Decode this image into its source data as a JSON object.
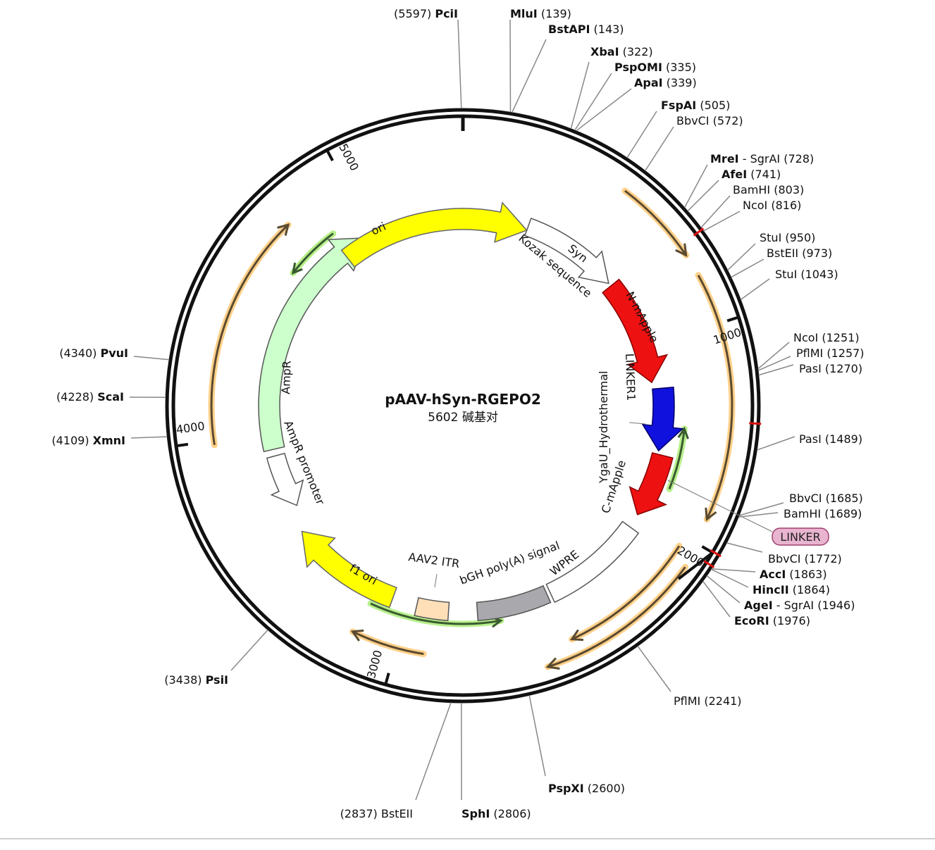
{
  "plasmid": {
    "name": "pAAV-hSyn-RGEPO2",
    "size_label": "5602 碱基对",
    "length": 5602
  },
  "ticks": [
    {
      "pos": 1000,
      "label": "1000"
    },
    {
      "pos": 2000,
      "label": "2000"
    },
    {
      "pos": 3000,
      "label": "3000"
    },
    {
      "pos": 4000,
      "label": "4000"
    },
    {
      "pos": 5000,
      "label": "5000"
    }
  ],
  "sites": [
    {
      "name": "PciI",
      "pos": 5597,
      "text": "(5597)",
      "bold": true,
      "order": "pos-first"
    },
    {
      "name": "MluI",
      "pos": 139,
      "text": "(139)",
      "bold": true
    },
    {
      "name": "BstAPI",
      "pos": 143,
      "text": "(143)",
      "bold": true
    },
    {
      "name": "XbaI",
      "pos": 322,
      "text": "(322)",
      "bold": true
    },
    {
      "name": "PspOMI",
      "pos": 335,
      "text": "(335)",
      "bold": true
    },
    {
      "name": "ApaI",
      "pos": 339,
      "text": "(339)",
      "bold": true
    },
    {
      "name": "FspAI",
      "pos": 505,
      "text": "(505)",
      "bold": true
    },
    {
      "name": "BbvCI",
      "pos": 572,
      "text": "(572)",
      "bold": false
    },
    {
      "name": "MreI",
      "name2": " - SgrAI",
      "pos": 728,
      "text": "(728)",
      "bold": true
    },
    {
      "name": "AfeI",
      "pos": 741,
      "text": "(741)",
      "bold": true
    },
    {
      "name": "BamHI",
      "pos": 803,
      "text": "(803)",
      "bold": false
    },
    {
      "name": "NcoI",
      "pos": 816,
      "text": "(816)",
      "bold": false
    },
    {
      "name": "StuI",
      "pos": 950,
      "text": "(950)",
      "bold": false
    },
    {
      "name": "BstEII",
      "pos": 973,
      "text": "(973)",
      "bold": false
    },
    {
      "name": "StuI",
      "pos": 1043,
      "text": "(1043)",
      "bold": false
    },
    {
      "name": "NcoI",
      "pos": 1251,
      "text": "(1251)",
      "bold": false
    },
    {
      "name": "PflMI",
      "pos": 1257,
      "text": "(1257)",
      "bold": false
    },
    {
      "name": "PasI",
      "pos": 1270,
      "text": "(1270)",
      "bold": false
    },
    {
      "name": "PasI",
      "pos": 1489,
      "text": "(1489)",
      "bold": false
    },
    {
      "name": "BbvCI",
      "pos": 1685,
      "text": "(1685)",
      "bold": false
    },
    {
      "name": "BamHI",
      "pos": 1689,
      "text": "(1689)",
      "bold": false
    },
    {
      "name": "BbvCI",
      "pos": 1772,
      "text": "(1772)",
      "bold": false
    },
    {
      "name": "AccI",
      "pos": 1863,
      "text": "(1863)",
      "bold": true
    },
    {
      "name": "HincII",
      "pos": 1864,
      "text": "(1864)",
      "bold": true
    },
    {
      "name": "AgeI",
      "name2": " - SgrAI",
      "pos": 1946,
      "text": "(1946)",
      "bold": true
    },
    {
      "name": "EcoRI",
      "pos": 1976,
      "text": "(1976)",
      "bold": true
    },
    {
      "name": "PflMI",
      "pos": 2241,
      "text": "(2241)",
      "bold": false
    },
    {
      "name": "PspXI",
      "pos": 2600,
      "text": "(2600)",
      "bold": true
    },
    {
      "name": "SphI",
      "pos": 2806,
      "text": "(2806)",
      "bold": true
    },
    {
      "name": "BstEII",
      "pos": 2837,
      "text": "(2837)",
      "bold": false,
      "order": "pos-first"
    },
    {
      "name": "PsiI",
      "pos": 3438,
      "text": "(3438)",
      "bold": true,
      "order": "pos-first"
    },
    {
      "name": "XmnI",
      "pos": 4109,
      "text": "(4109)",
      "bold": true,
      "order": "pos-first"
    },
    {
      "name": "ScaI",
      "pos": 4228,
      "text": "(4228)",
      "bold": true,
      "order": "pos-first"
    },
    {
      "name": "PvuI",
      "pos": 4340,
      "text": "(4340)",
      "bold": true,
      "order": "pos-first"
    }
  ],
  "features": [
    {
      "name": "N-mApple",
      "label": "N-mApple",
      "color": "#ee1111"
    },
    {
      "name": "LINKER1",
      "label": "LINKER1",
      "color": "#1111dd"
    },
    {
      "name": "C-mApple",
      "label": "C-mApple",
      "color": "#ee1111"
    },
    {
      "name": "Syn",
      "label": "Syn",
      "color": "#ffffff"
    },
    {
      "name": "ori",
      "label": "ori",
      "color": "#ffff00"
    },
    {
      "name": "AmpR",
      "label": "AmpR",
      "color": "#ccffcc"
    },
    {
      "name": "AmpR promoter",
      "label": "AmpR promoter",
      "color": "#ffffff"
    },
    {
      "name": "f1 ori",
      "label": "f1 ori",
      "color": "#ffff00"
    },
    {
      "name": "AAV2 ITR",
      "label": "AAV2 ITR",
      "color": "#ffdfb8"
    },
    {
      "name": "bGH poly(A) signal",
      "label": "bGH poly(A) signal",
      "color": "#a9a9ad"
    },
    {
      "name": "WPRE",
      "label": "WPRE",
      "color": "#ffffff"
    }
  ],
  "inner_labels": {
    "kozak": "Kozak sequence",
    "ygau": "YgaU_Hydrothermal",
    "linker_badge": "LINKER"
  },
  "colors": {
    "orf": "#ffd18a",
    "green_arrow": "#b8f08c",
    "site_mark": "#dd1111",
    "badge": "#e8b4cf"
  }
}
